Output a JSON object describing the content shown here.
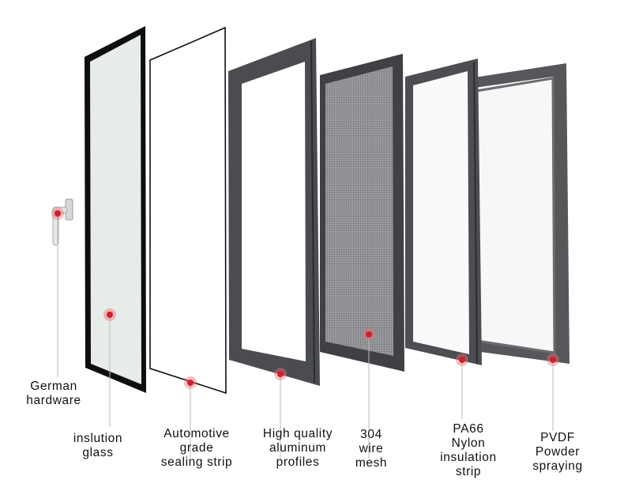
{
  "colors": {
    "accent_dot": "#d0202a",
    "frame_dark": "#4a4c50",
    "glass": "#e8eeea",
    "leader_line": "#bbbbbb"
  },
  "components": [
    {
      "id": "hardware",
      "lines": [
        "German",
        "hardware"
      ]
    },
    {
      "id": "glass",
      "lines": [
        "inslution",
        "glass"
      ]
    },
    {
      "id": "sealing",
      "lines": [
        "Automotive",
        "grade",
        "sealing strip"
      ]
    },
    {
      "id": "profiles",
      "lines": [
        "High quality",
        "aluminum",
        "profiles"
      ]
    },
    {
      "id": "mesh",
      "lines": [
        "304",
        "wire",
        "mesh"
      ]
    },
    {
      "id": "nylon",
      "lines": [
        "PA66",
        "Nylon",
        "insulation",
        "strip"
      ]
    },
    {
      "id": "pvdf",
      "lines": [
        "PVDF",
        "Powder",
        "spraying"
      ]
    }
  ]
}
